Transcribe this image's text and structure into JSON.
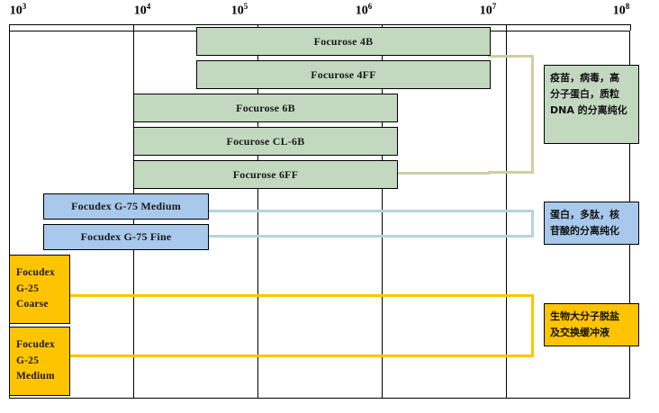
{
  "chart_data": {
    "type": "bar",
    "title": "",
    "xlabel": "",
    "ylabel": "",
    "scale": "log",
    "xlim": [
      1000,
      100000000
    ],
    "grid": true,
    "legend": "none",
    "axis": {
      "ticks": [
        {
          "value": 1000,
          "mantissa": "10",
          "exponent": "3"
        },
        {
          "value": 10000,
          "mantissa": "10",
          "exponent": "4"
        },
        {
          "value": 100000,
          "mantissa": "10",
          "exponent": "5"
        },
        {
          "value": 1000000,
          "mantissa": "10",
          "exponent": "6"
        },
        {
          "value": 10000000,
          "mantissa": "10",
          "exponent": "7"
        },
        {
          "value": 100000000,
          "mantissa": "10",
          "exponent": "8"
        }
      ]
    },
    "groups": [
      {
        "id": "agarose",
        "color": "#c2d9bf",
        "annotation_lines": [
          "疫苗，病毒，高",
          "分子蛋白，质粒",
          "DNA 的分离纯化"
        ],
        "bars": [
          {
            "label": "Focurose 4B",
            "range": [
              60000,
              20000000
            ]
          },
          {
            "label": "Focurose 4FF",
            "range": [
              60000,
              20000000
            ]
          },
          {
            "label": "Focurose 6B",
            "range": [
              10000,
              4000000
            ]
          },
          {
            "label": "Focurose CL-6B",
            "range": [
              10000,
              4000000
            ]
          },
          {
            "label": "Focurose 6FF",
            "range": [
              10000,
              4000000
            ]
          }
        ]
      },
      {
        "id": "dextran-g75",
        "color": "#a8c8ec",
        "annotation_lines": [
          "蛋白，多肽，核",
          "苷酸的分离纯化"
        ],
        "bars": [
          {
            "label": "Focudex G-75 Medium",
            "range": [
              3000,
              80000
            ]
          },
          {
            "label": "Focudex G-75 Fine",
            "range": [
              3000,
              80000
            ]
          }
        ]
      },
      {
        "id": "dextran-g25",
        "color": "#ffc400",
        "annotation_lines": [
          "生物大分子脱盐",
          "及交换缓冲液"
        ],
        "bars": [
          {
            "label_lines": [
              "Focudex",
              "G-25",
              "Coarse"
            ],
            "range": [
              1000,
              5000
            ]
          },
          {
            "label_lines": [
              "Focudex",
              "G-25",
              "Medium"
            ],
            "range": [
              1000,
              5000
            ]
          }
        ]
      }
    ]
  },
  "axis": {
    "t0": "10",
    "t0e": "3",
    "t1": "10",
    "t1e": "4",
    "t2": "10",
    "t2e": "5",
    "t3": "10",
    "t3e": "6",
    "t4": "10",
    "t4e": "7",
    "t5": "10",
    "t5e": "8"
  },
  "bars": {
    "b0": "Focurose 4B",
    "b1": "Focurose 4FF",
    "b2": "Focurose 6B",
    "b3": "Focurose CL-6B",
    "b4": "Focurose 6FF",
    "b5": "Focudex G-75 Medium",
    "b6": "Focudex G-75 Fine",
    "b7l1": "Focudex",
    "b7l2": "G-25",
    "b7l3": "Coarse",
    "b8l1": "Focudex",
    "b8l2": "G-25",
    "b8l3": "Medium"
  },
  "callouts": {
    "green_l1": "疫苗，病毒，高",
    "green_l2": "分子蛋白，质粒",
    "green_l3": "DNA 的分离纯化",
    "blue_l1": "蛋白，多肽，核",
    "blue_l2": "苷酸的分离纯化",
    "yellow_l1": "生物大分子脱盐",
    "yellow_l2": "及交换缓冲液"
  },
  "colors": {
    "green_fill": "#c2d9bf",
    "blue_fill": "#a8c8ec",
    "yellow_fill": "#ffc400",
    "green_bracket": "#cfcda6",
    "blue_bracket": "#b4d4dc",
    "yellow_bracket": "#ffc400"
  }
}
